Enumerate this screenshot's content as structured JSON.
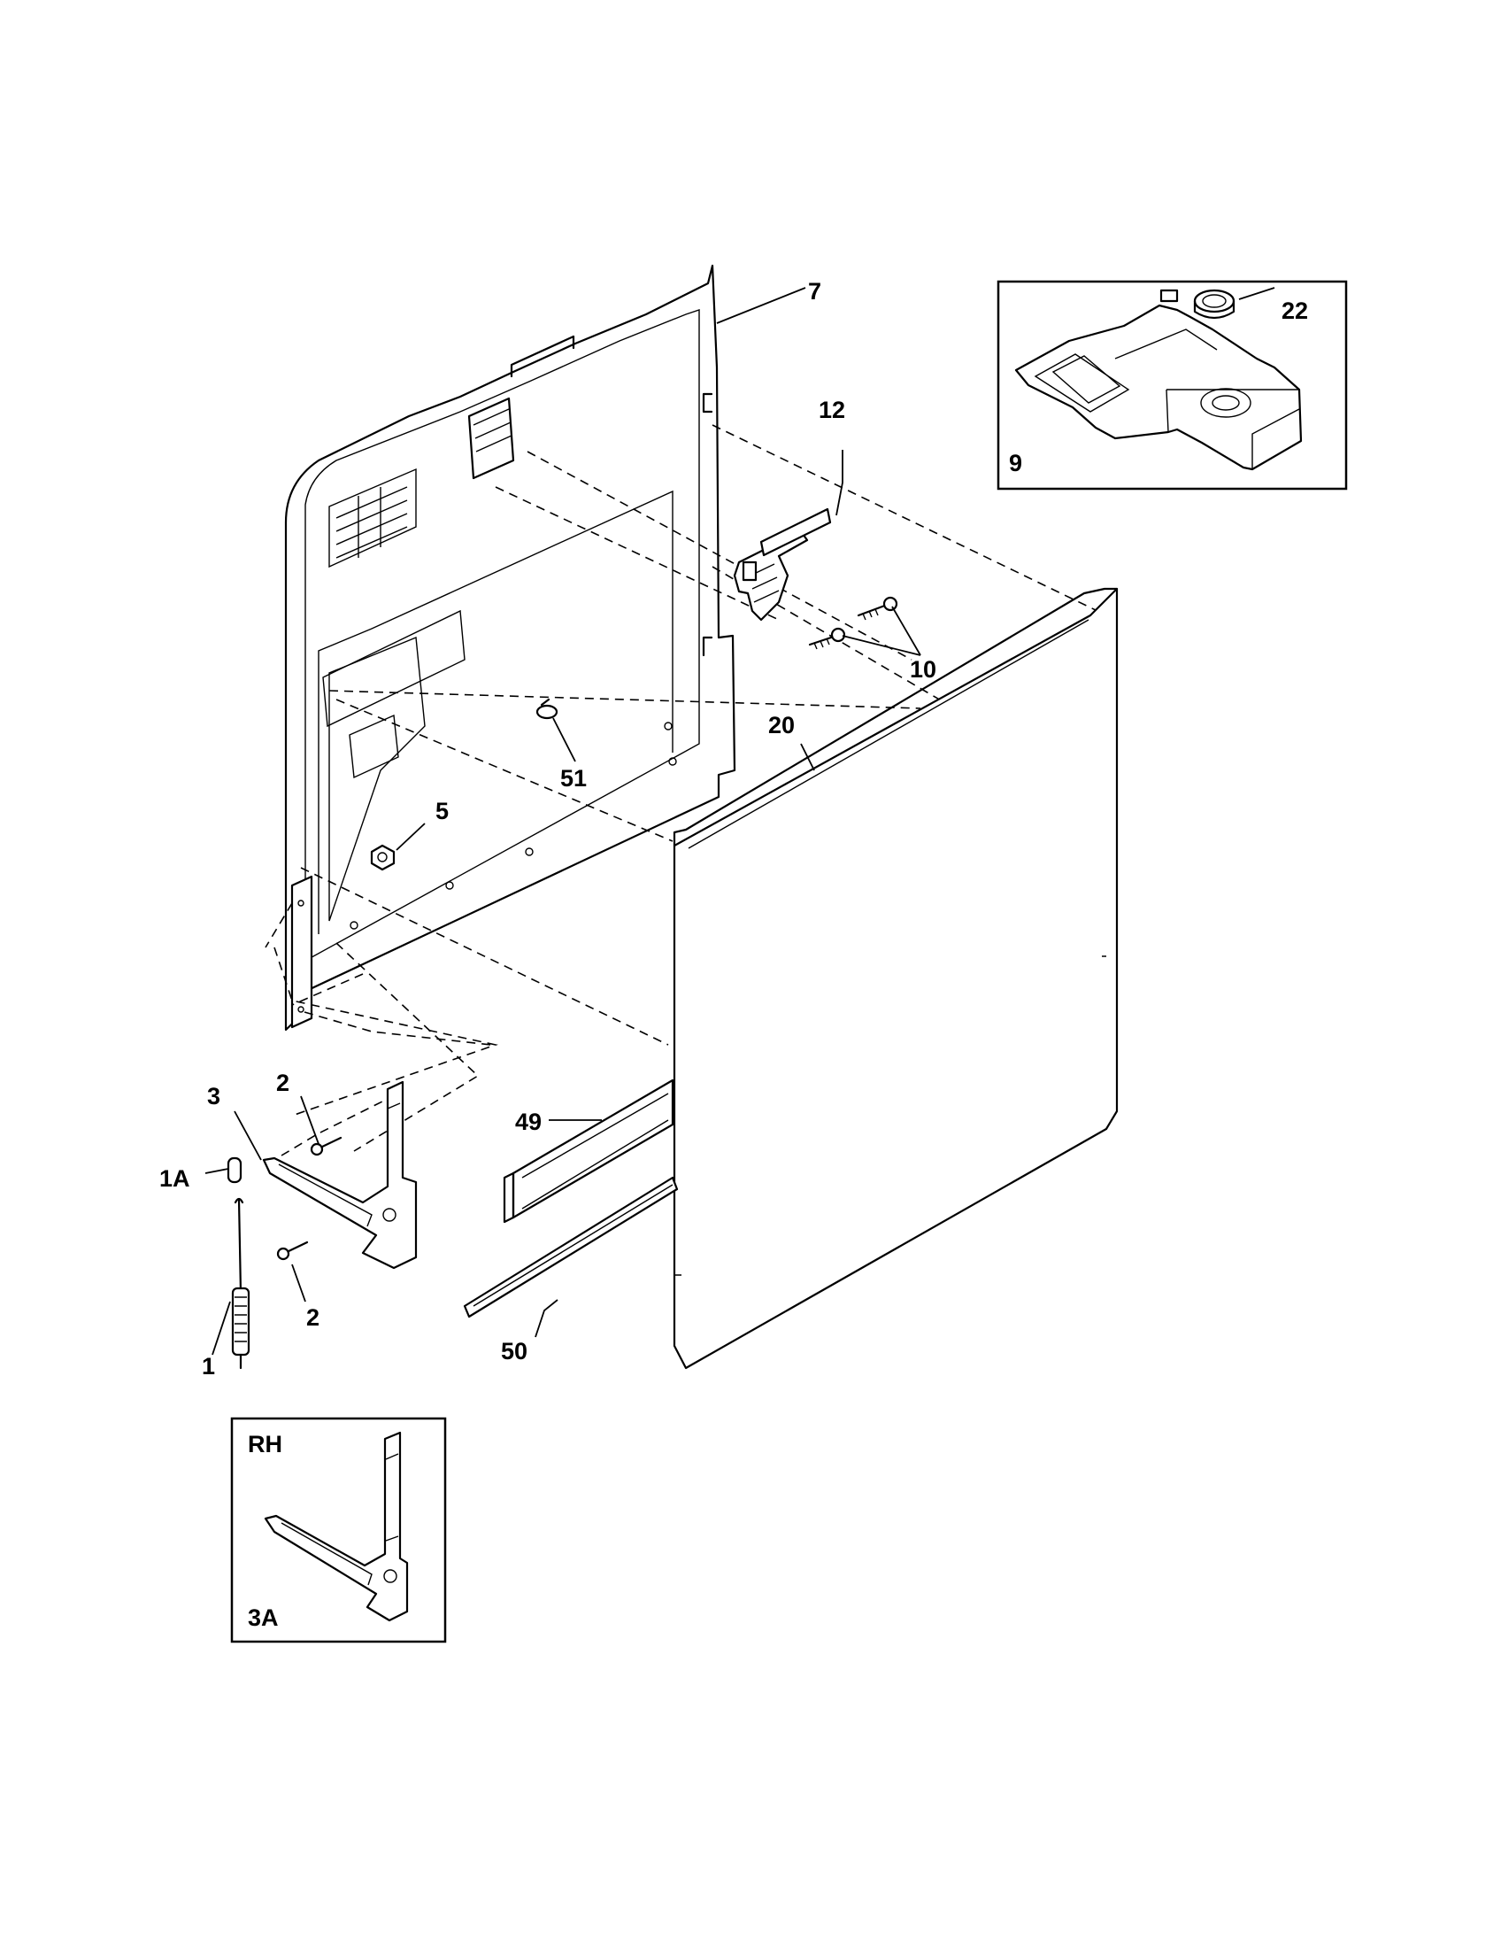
{
  "callouts": {
    "c7": "7",
    "c12": "12",
    "c10": "10",
    "c20": "20",
    "c51": "51",
    "c5": "5",
    "c49": "49",
    "c50": "50",
    "c3": "3",
    "c2a": "2",
    "c2b": "2",
    "c1a": "1A",
    "c1": "1",
    "c22": "22",
    "c9": "9"
  },
  "inset_dispenser": {
    "label": "9"
  },
  "inset_hinge": {
    "side_label": "RH",
    "part_label": "3A"
  }
}
